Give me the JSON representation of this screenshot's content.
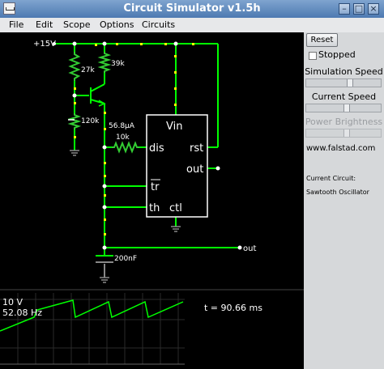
{
  "window": {
    "title": "Circuit Simulator v1.5h"
  },
  "menu": [
    "File",
    "Edit",
    "Scope",
    "Options",
    "Circuits"
  ],
  "side": {
    "reset_label": "Reset",
    "stopped_label": "Stopped",
    "stopped_checked": false,
    "sim_speed_label": "Simulation Speed",
    "sim_speed_level": 0.6,
    "current_speed_label": "Current Speed",
    "current_speed_level": 0.55,
    "power_label": "Power Brightness",
    "power_level": 0.55,
    "website": "www.falstad.com",
    "current_circuit_label": "Current Circuit:",
    "current_circuit_name": "Sawtooth Oscillator"
  },
  "circuit": {
    "supply_label": "+15V",
    "r1_label": "27k",
    "r2_label": "39k",
    "pot_label": "120k",
    "r3_label": "10k",
    "current_label": "56.8µA",
    "cap_label": "200nF",
    "output_label": "out",
    "chip_pins": {
      "vin": "Vin",
      "dis": "dis",
      "rst": "rst",
      "out": "out",
      "tr": "tr",
      "th": "th",
      "ctl": "ctl"
    }
  },
  "scope": {
    "volts": "10 V",
    "freq": "52.08 Hz",
    "time": "t = 90.66 ms"
  },
  "colors": {
    "wire": "#00ff00",
    "resistor": "#33cc33",
    "dot": "#ffff00",
    "neutral": "#888888",
    "text": "#ffffff"
  }
}
